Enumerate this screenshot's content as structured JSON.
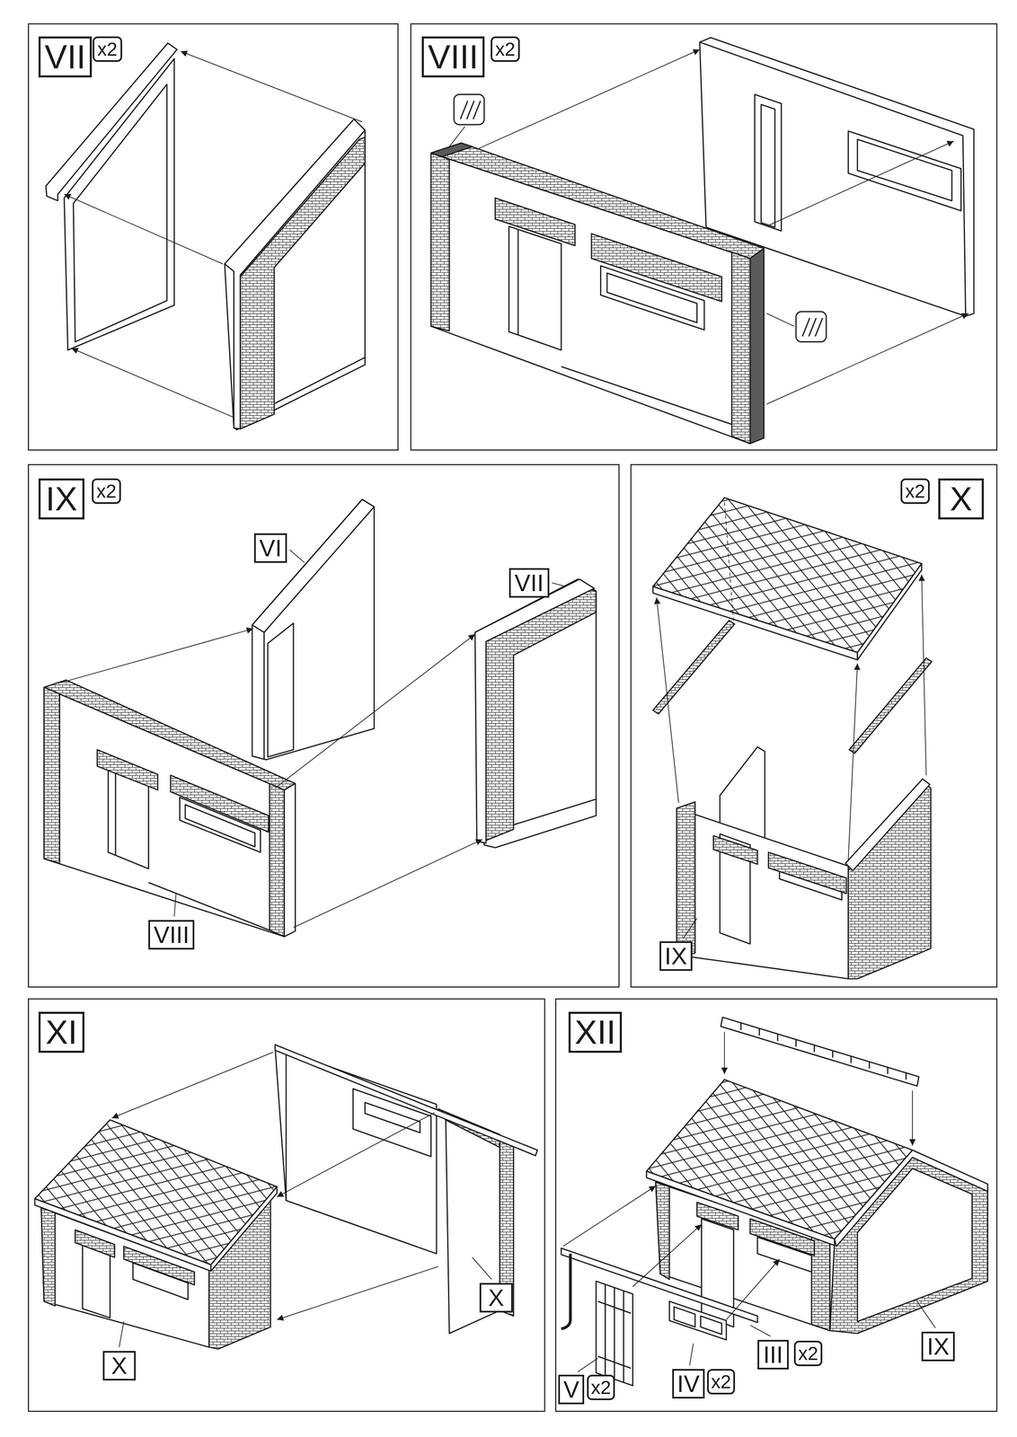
{
  "diagram": {
    "nodes": [
      {
        "text": [
          "VII"
        ]
      },
      {
        "text": [
          "x2"
        ]
      },
      {
        "text": [
          "VIII"
        ]
      },
      {
        "text": [
          "x2"
        ]
      },
      {
        "text": [
          "IX"
        ]
      },
      {
        "text": [
          "x2"
        ]
      },
      {
        "text": [
          "VI"
        ]
      },
      {
        "text": [
          "VII"
        ]
      },
      {
        "text": [
          "VIII"
        ]
      },
      {
        "text": [
          "x2"
        ]
      },
      {
        "text": [
          "X"
        ]
      },
      {
        "text": [
          "IX"
        ]
      },
      {
        "text": [
          "XI"
        ]
      },
      {
        "text": [
          "X"
        ]
      },
      {
        "text": [
          "X"
        ]
      },
      {
        "text": [
          "XII"
        ]
      },
      {
        "text": [
          "III"
        ]
      },
      {
        "text": [
          "x2"
        ]
      },
      {
        "text": [
          "V"
        ]
      },
      {
        "text": [
          "x2"
        ]
      },
      {
        "text": [
          "IV"
        ]
      },
      {
        "text": [
          "x2"
        ]
      },
      {
        "text": [
          "IX"
        ]
      }
    ]
  }
}
